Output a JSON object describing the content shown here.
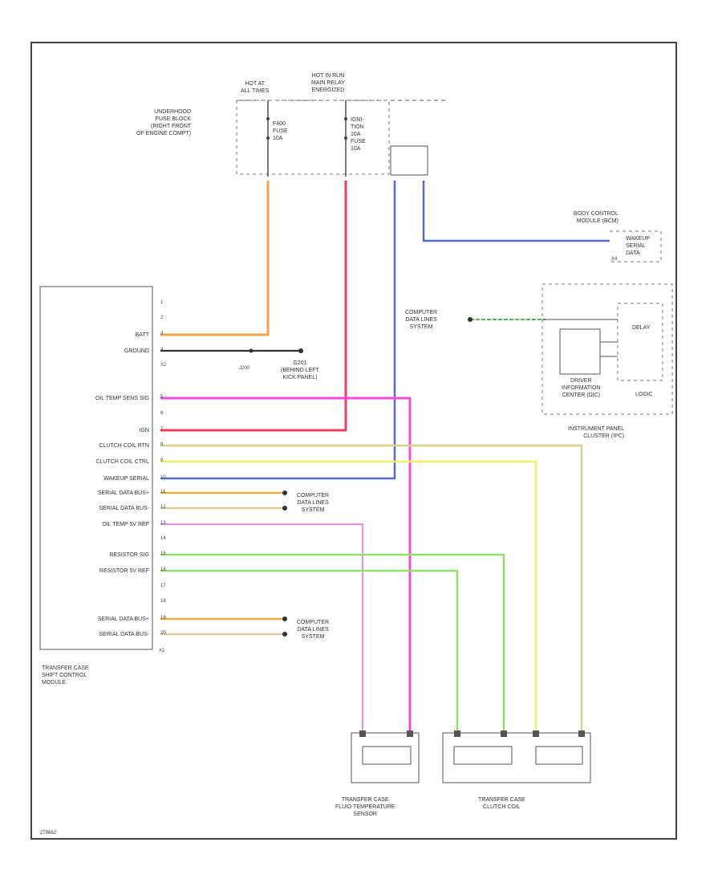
{
  "header": {
    "hot_at_all_times": "HOT AT\nALL TIMES",
    "hot_in_run": "HOT IN RUN\nMAIN RELAY\nENERGIZED"
  },
  "fuse_block": {
    "label": "UNDERHOOD\nFUSE BLOCK\n(RIGHT FRONT\nOF ENGINE COMPT)",
    "fuse1": "F400\nFUSE\n10A",
    "fuse2": "IGNI-\nTION\n10A\nFUSE\n10A"
  },
  "bcm": {
    "label": "BODY CONTROL\nMODULE (BCM)",
    "pin_label": "WAKEUP\nSERIAL\nDATA",
    "connector": "X4"
  },
  "ipc": {
    "label": "INSTRUMENT PANEL\nCLUSTER (IPC)",
    "dic": "DRIVER\nINFORMATION\nCENTER (DIC)",
    "relay": "DELAY",
    "logic": "LOGIC"
  },
  "computer_data_top": "COMPUTER\nDATA LINES\nSYSTEM",
  "module": {
    "title": "TRANSFER CASE\nSHIFT CONTROL\nMODULE",
    "connector": "X1",
    "pins": [
      {
        "label": "",
        "num": "1"
      },
      {
        "label": "",
        "num": "2"
      },
      {
        "label": "BATT",
        "num": "3"
      },
      {
        "label": "GROUND",
        "num": "4"
      },
      {
        "label": "",
        "num": "X2"
      },
      {
        "label": "OIL TEMP SENS SIG",
        "num": "5"
      },
      {
        "label": "",
        "num": "6"
      },
      {
        "label": "IGN",
        "num": "7"
      },
      {
        "label": "CLUTCH COIL RTN",
        "num": "8"
      },
      {
        "label": "CLUTCH COIL CTRL",
        "num": "9"
      },
      {
        "label": "WAKEUP SERIAL",
        "num": "10"
      },
      {
        "label": "SERIAL DATA BUS+",
        "num": "11"
      },
      {
        "label": "SERIAL DATA BUS-",
        "num": "12"
      },
      {
        "label": "OIL TEMP 5V REF",
        "num": "13"
      },
      {
        "label": "",
        "num": "14"
      },
      {
        "label": "RESISTOR SIG",
        "num": "15"
      },
      {
        "label": "RESISTOR 5V REF",
        "num": "16"
      },
      {
        "label": "",
        "num": "17"
      },
      {
        "label": "",
        "num": "18"
      },
      {
        "label": "SERIAL DATA BUS+",
        "num": "19"
      },
      {
        "label": "SERIAL DATA BUS-",
        "num": "20"
      }
    ]
  },
  "ground": {
    "label": "G201\n(BEHIND LEFT\nKICK PANEL)",
    "splice": "J200"
  },
  "computer_data_mid": "COMPUTER\nDATA LINES\nSYSTEM",
  "computer_data_low": "COMPUTER\nDATA LINES\nSYSTEM",
  "sensor": {
    "label": "TRANSFER CASE\nFLUID TEMPERATURE\nSENSOR"
  },
  "clutch": {
    "label": "TRANSFER CASE\nCLUTCH COIL"
  },
  "footer_code": "279662",
  "colors": {
    "orange": "#f5a34a",
    "red": "#ee3b5c",
    "blue": "#5468d8",
    "green_light": "#4cbb4c",
    "magenta": "#f04bd8",
    "pink": "#f48ae4",
    "yellow": "#f0f060",
    "khaki": "#d8d08a",
    "lime": "#8fe06a",
    "gold": "#e8b23a",
    "tan": "#dccb9a",
    "dark": "#333333"
  }
}
